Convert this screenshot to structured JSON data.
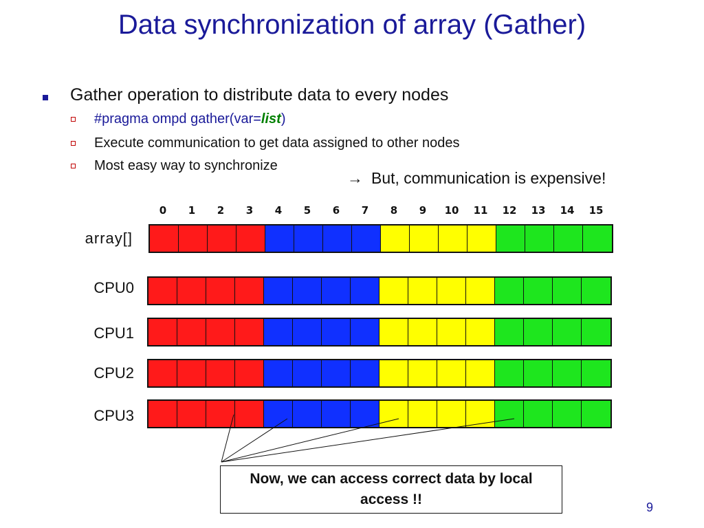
{
  "title": "Data synchronization of array (Gather)",
  "bullet": {
    "main": "Gather operation to distribute data to every nodes",
    "sub": [
      {
        "prefix": "#pragma ompd gather(var=",
        "emph": "list",
        "suffix": ")"
      },
      {
        "text": "Execute communication to get data assigned to other nodes"
      },
      {
        "text": "Most easy way to synchronize"
      }
    ]
  },
  "note": {
    "arrow": "→",
    "text": "But, communication is expensive!"
  },
  "indices": [
    "0",
    "1",
    "2",
    "3",
    "4",
    "5",
    "6",
    "7",
    "8",
    "9",
    "10",
    "11",
    "12",
    "13",
    "14",
    "15"
  ],
  "colors": {
    "red": "#ff1a1a",
    "blue": "#1030ff",
    "yellow": "#ffff00",
    "green": "#1ee61e",
    "title": "#1a1a99"
  },
  "rows": [
    {
      "label": "array[]"
    },
    {
      "label": "CPU0"
    },
    {
      "label": "CPU1"
    },
    {
      "label": "CPU2"
    },
    {
      "label": "CPU3"
    }
  ],
  "callout": "Now, we can access correct data by local access !!",
  "page_number": "9"
}
